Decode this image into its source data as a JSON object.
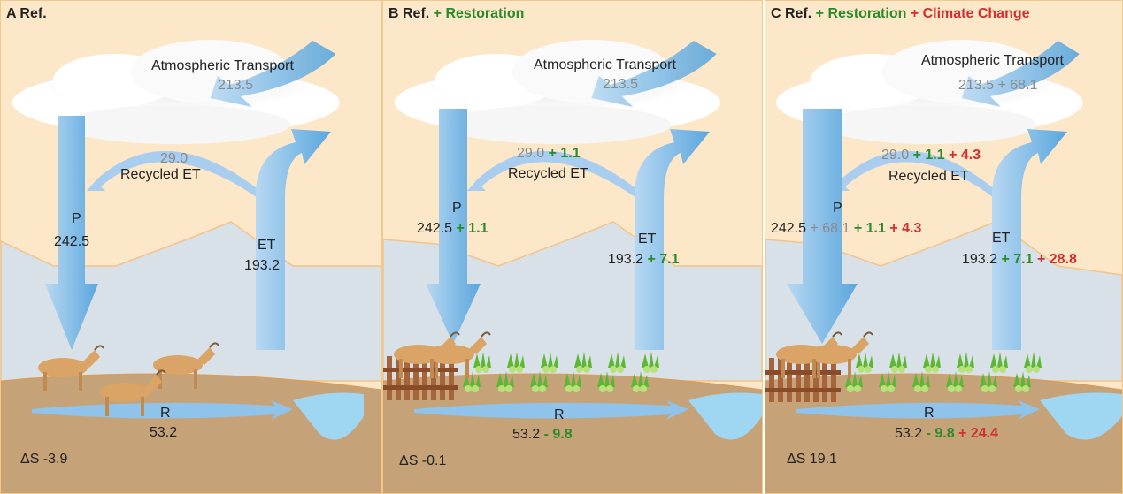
{
  "panels": [
    {
      "id": "A",
      "title": [
        {
          "t": "A Ref.",
          "c": "k"
        }
      ],
      "atm_label": "Atmospheric Transport",
      "atm": [
        {
          "t": "213.5",
          "c": "g"
        }
      ],
      "rec": [
        {
          "t": "29.0",
          "c": "g"
        }
      ],
      "rec_label": "Recycled ET",
      "p_label": "P",
      "p": [
        {
          "t": "242.5",
          "c": "k"
        }
      ],
      "et_label": "ET",
      "et": [
        {
          "t": "193.2",
          "c": "k"
        }
      ],
      "r_label": "R",
      "r": [
        {
          "t": "53.2",
          "c": "k"
        }
      ],
      "ds": "ΔS  -3.9"
    },
    {
      "id": "B",
      "title": [
        {
          "t": "B Ref.",
          "c": "k"
        },
        {
          "t": " + Restoration",
          "c": "gr"
        }
      ],
      "atm_label": "Atmospheric Transport",
      "atm": [
        {
          "t": "213.5",
          "c": "g"
        }
      ],
      "rec": [
        {
          "t": "29.0",
          "c": "g"
        },
        {
          "t": " + 1.1",
          "c": "gr"
        }
      ],
      "rec_label": "Recycled ET",
      "p_label": "P",
      "p": [
        {
          "t": "242.5",
          "c": "k"
        },
        {
          "t": " + 1.1",
          "c": "gr"
        }
      ],
      "et_label": "ET",
      "et": [
        {
          "t": "193.2",
          "c": "k"
        },
        {
          "t": " + 7.1",
          "c": "gr"
        }
      ],
      "r_label": "R",
      "r": [
        {
          "t": "53.2",
          "c": "k"
        },
        {
          "t": " - 9.8",
          "c": "gr"
        }
      ],
      "ds": "ΔS  -0.1"
    },
    {
      "id": "C",
      "title": [
        {
          "t": "C Ref.",
          "c": "k"
        },
        {
          "t": " + Restoration",
          "c": "gr"
        },
        {
          "t": " + Climate Change",
          "c": "rd"
        }
      ],
      "atm_label": "Atmospheric Transport",
      "atm": [
        {
          "t": "213.5 + 68.1",
          "c": "g"
        }
      ],
      "rec": [
        {
          "t": "29.0",
          "c": "g"
        },
        {
          "t": " + 1.1",
          "c": "gr"
        },
        {
          "t": " + 4.3",
          "c": "rd"
        }
      ],
      "rec_label": "Recycled ET",
      "p_label": "P",
      "p": [
        {
          "t": "242.5",
          "c": "k"
        },
        {
          "t": " + 68.1",
          "c": "g"
        },
        {
          "t": " + 1.1",
          "c": "gr"
        },
        {
          "t": " + 4.3",
          "c": "rd"
        }
      ],
      "et_label": "ET",
      "et": [
        {
          "t": "193.2",
          "c": "k"
        },
        {
          "t": " + 7.1",
          "c": "gr"
        },
        {
          "t": " + 28.8",
          "c": "rd"
        }
      ],
      "r_label": "R",
      "r": [
        {
          "t": "53.2",
          "c": "k"
        },
        {
          "t": " - 9.8",
          "c": "gr"
        },
        {
          "t": " + 24.4",
          "c": "rd"
        }
      ],
      "ds": "ΔS  19.1"
    }
  ],
  "colors": {
    "restoration": "#2a8a2a",
    "climate": "#d03030",
    "reference_gray": "#8a8a8a",
    "arrow": "#8fc3ea"
  }
}
